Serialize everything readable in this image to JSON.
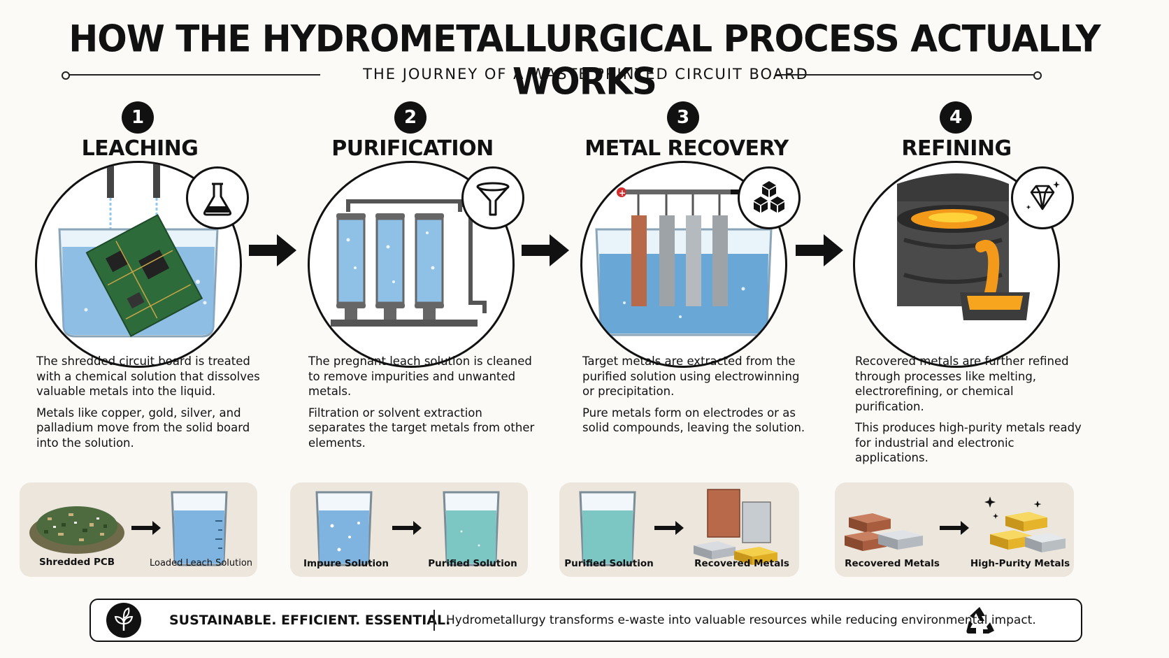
{
  "header": {
    "title": "HOW THE HYDROMETALLURGICAL PROCESS ACTUALLY WORKS",
    "subtitle": "THE JOURNEY OF A WASTE PRINTED CIRCUIT BOARD"
  },
  "steps": [
    {
      "number": "1",
      "title": "LEACHING",
      "badge_icon": "flask-icon",
      "paragraphs": [
        "The shredded circuit board is treated with a chemical solution that dissolves valuable metals into the liquid.",
        "Metals like copper, gold, silver, and palladium move from the solid board into the solution."
      ],
      "from_label": "Shredded PCB",
      "to_label": "Loaded Leach Solution"
    },
    {
      "number": "2",
      "title": "PURIFICATION",
      "badge_icon": "funnel-icon",
      "paragraphs": [
        "The pregnant leach solution is cleaned to remove impurities and unwanted metals.",
        "Filtration or solvent extraction separates the target metals from other elements."
      ],
      "from_label": "Impure Solution",
      "to_label": "Purified Solution"
    },
    {
      "number": "3",
      "title": "METAL RECOVERY",
      "badge_icon": "stacked-cubes-icon",
      "paragraphs": [
        "Target metals are extracted from the purified solution using electrowinning or precipitation.",
        "Pure metals form on electrodes or as solid compounds, leaving the solution."
      ],
      "from_label": "Purified Solution",
      "to_label": "Recovered Metals"
    },
    {
      "number": "4",
      "title": "REFINING",
      "badge_icon": "diamond-icon",
      "paragraphs": [
        "Recovered metals are further refined through processes like melting, electrorefining, or chemical purification.",
        "This produces high-purity metals ready for industrial and electronic applications."
      ],
      "from_label": "Recovered Metals",
      "to_label": "High-Purity Metals"
    }
  ],
  "footer": {
    "lead": "SUSTAINABLE. EFFICIENT. ESSENTIAL.",
    "message": "Hydrometallurgy transforms e-waste into valuable resources while reducing environmental impact.",
    "left_icon": "leaf-icon",
    "right_icon": "recycle-icon"
  },
  "colors": {
    "ink": "#111111",
    "water": "#7fb4e0",
    "purified": "#7cc6c4",
    "copper": "#b86a4a",
    "gold": "#e8b92a",
    "molten": "#f49a1a",
    "panel": "#ece6dc"
  }
}
